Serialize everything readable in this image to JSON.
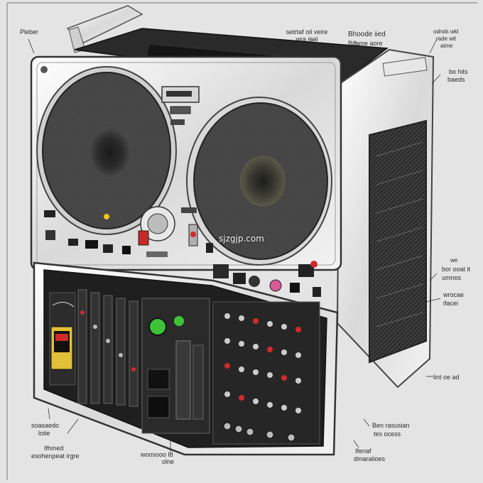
{
  "labels": {
    "top_left": "Pleber",
    "top_center_1": "setrtaf oil veire",
    "top_center_2": "wra ieal",
    "top_right_1": "Bhoode iied",
    "top_right_2": "Bifame aore",
    "far_right_1": "odnds wkl",
    "far_right_2": "rade wit",
    "far_right_3": "aime",
    "right_mid_1": "bo hits",
    "right_mid_2": "baeds",
    "right_lower_1": "we",
    "right_lower_2": "bor ooat it",
    "right_lower_3": "umnos",
    "right_lower_4": "wrocae",
    "right_lower_5": "ifacei",
    "right_bottom_1": "lint oe ad",
    "bottom_right_1": "Ben rasusian",
    "bottom_right_2": "tes ocess",
    "bottom_right_3": "Ifenaf",
    "bottom_right_4": "dmaraiioes",
    "bottom_left_1": "soasaedo",
    "bottom_left_2": "lotie",
    "bottom_left_3": "Ifhmed",
    "bottom_left_4": "esohenpeat irgre",
    "bottom_center_1": "woosooo ld",
    "bottom_center_2": "olne"
  },
  "watermark": "sjzgjp.com",
  "colors": {
    "background": "#e4e4e4",
    "chassis": "#f4f4f4",
    "speaker_mesh": "#3a3a3a",
    "panel_dark": "#1f1f1f",
    "accent_green": "#3ec23a",
    "accent_red": "#d12a2a",
    "accent_yellow": "#f2c21a"
  }
}
